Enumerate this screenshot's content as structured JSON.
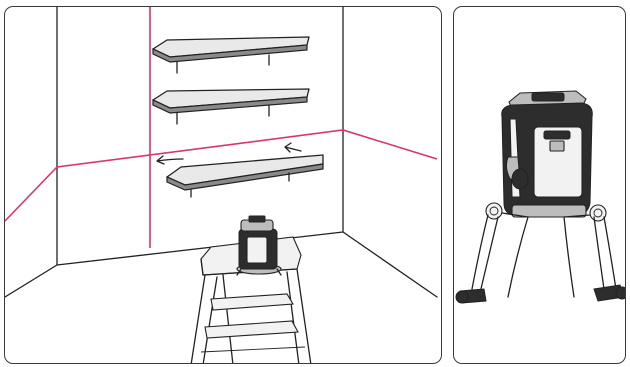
{
  "panels": [
    {
      "id": "room",
      "content": "shelf-installation-scene"
    },
    {
      "id": "tool",
      "content": "laser-level-on-tripod"
    }
  ],
  "colors": {
    "laser_line": "#d9356e",
    "outline": "#222222",
    "background": "#ffffff"
  },
  "icons": [
    "laser-level-icon",
    "tripod-icon",
    "step-ladder-icon",
    "shelf-icon",
    "arrow-icon"
  ]
}
